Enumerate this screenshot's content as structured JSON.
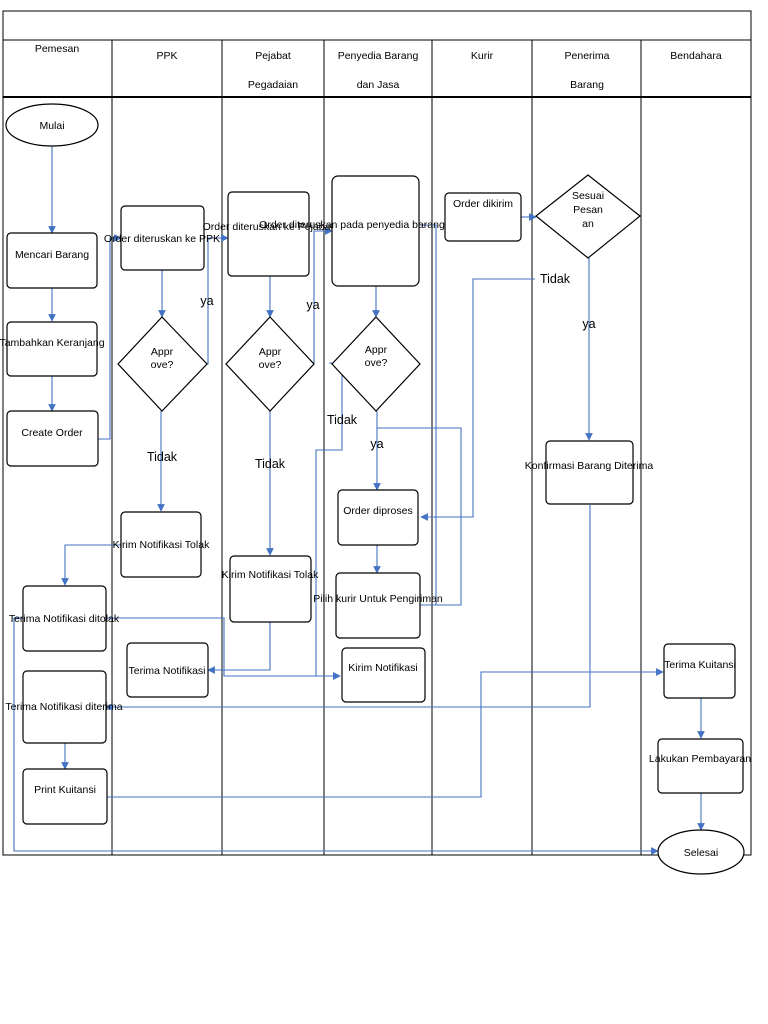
{
  "lanes": {
    "pemesan": "Pemesan",
    "ppk": "PPK",
    "pejabat_1": "Pejabat",
    "pejabat_2": "Pegadaian",
    "penyedia_1": "Penyedia Barang",
    "penyedia_2": "dan Jasa",
    "kurir": "Kurir",
    "penerima_1": "Penerima",
    "penerima_2": "Barang",
    "bendahara": "Bendahara"
  },
  "nodes": {
    "mulai": "Mulai",
    "mencari_barang": "Mencari Barang",
    "tambahkan_keranjang": "Tambahkan Keranjang",
    "create_order": "Create Order",
    "order_ke_ppk": "Order diteruskan ke PPK",
    "ppk_approve_1": "Appr",
    "ppk_approve_2": "ove?",
    "ppk_kirim_tolak": "Kirim Notifikasi Tolak",
    "terima_notifikasi_ppk": "Terima Notifikasi",
    "order_ke_pejabat": "Order diteruskan ke Pejabat",
    "pejabat_approve_1": "Appr",
    "pejabat_approve_2": "ove?",
    "pejabat_kirim_tolak": "Kirim Notifikasi Tolak",
    "order_ke_penyedia": "Order diteruskan pada penyedia barang",
    "penyedia_approve_1": "Appr",
    "penyedia_approve_2": "ove?",
    "order_diproses": "Order diproses",
    "pilih_kurir": "Pilih kurir Untuk Pengiriman",
    "kirim_notifikasi": "Kirim Notifikasi",
    "order_dikirim": "Order dikirim",
    "sesuai_1": "Sesuai",
    "sesuai_2": "Pesan",
    "sesuai_3": "an",
    "konfirmasi": "Konfirmasi Barang Diterima",
    "terima_notif_ditolak": "Terima Notifikasi ditolak",
    "terima_notif_diterima": "Terima Notifikasi diterima",
    "print_kuitansi": "Print Kuitansi",
    "terima_kuitansi": "Terima Kuitansi",
    "lakukan_pembayaran": "Lakukan Pembayaran",
    "selesai": "Selesai"
  },
  "edges": {
    "ya_ppk": "ya",
    "ya_pejabat": "ya",
    "ya_penyedia": "ya",
    "ya_sesuai": "ya",
    "tidak_ppk": "Tidak",
    "tidak_pejabat": "Tidak",
    "tidak_penyedia": "Tidak",
    "tidak_sesuai": "Tidak"
  },
  "colors": {
    "flow_line": "#4472c4",
    "outline": "#000000",
    "background": "#ffffff"
  }
}
